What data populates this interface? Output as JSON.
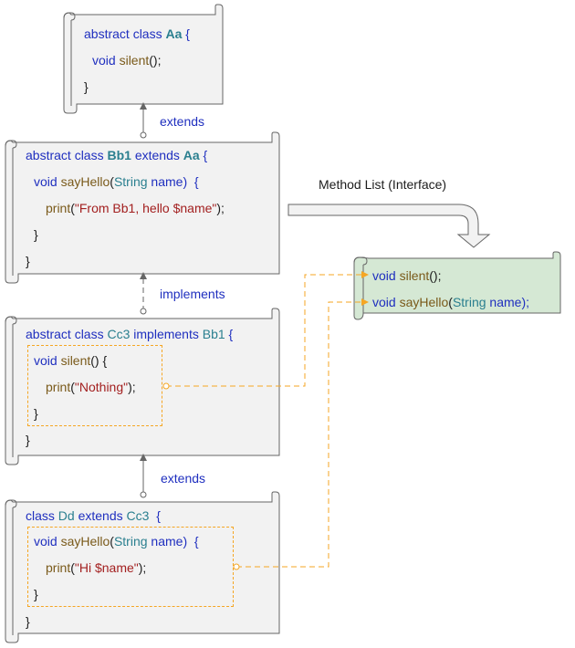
{
  "colors": {
    "scroll_fill": "#f2f2f2",
    "scroll_stroke": "#666666",
    "interface_fill": "#d5e8d4",
    "connector_orange": "#f5a623",
    "keyword_blue": "#1f2fbf",
    "type_teal": "#2a7f8f",
    "function_brown": "#7a5a1a",
    "string_red": "#a32020"
  },
  "labels": {
    "extends_top": "extends",
    "implements": "implements",
    "extends_bottom": "extends",
    "method_list": "Method List (Interface)"
  },
  "class_aa": {
    "kw1": "abstract class ",
    "name": "Aa",
    "brace": " {",
    "void": "void ",
    "method": "silent",
    "call": "();",
    "close": "}"
  },
  "class_bb1": {
    "kw1": "abstract class ",
    "name": "Bb1",
    "kw2": " extends ",
    "parent": "Aa",
    "brace": " {",
    "void": "void ",
    "method": "sayHello",
    "paren_open": "(",
    "param_type": "String",
    "param_name": " name)  {",
    "print": "print",
    "print_open": "(",
    "print_str": "\"From Bb1, hello $name\"",
    "print_close": ");",
    "inner_close": "}",
    "close": "}"
  },
  "class_cc3": {
    "kw1": "abstract class ",
    "name": "Cc3",
    "kw2": " implements ",
    "parent": "Bb1",
    "brace": " {",
    "void": "void ",
    "method": "silent",
    "sig_rest": "() {",
    "print": "print",
    "print_open": "(",
    "print_str": "\"Nothing\"",
    "print_close": ");",
    "inner_close": "}",
    "close": "}"
  },
  "class_dd": {
    "kw1": "class ",
    "name": "Dd",
    "kw2": " extends ",
    "parent": "Cc3",
    "brace": "  {",
    "void": "void ",
    "method": "sayHello",
    "paren_open": "(",
    "param_type": "String",
    "param_name": " name)  {",
    "print": "print",
    "print_open": "(",
    "print_str": "\"Hi $name\"",
    "print_close": ");",
    "inner_close": "}",
    "close": "}"
  },
  "interface": {
    "line1_void": "void ",
    "line1_method": "silent",
    "line1_rest": "();",
    "line2_void": "void ",
    "line2_method": "sayHello",
    "line2_paren": "(",
    "line2_type": "String",
    "line2_rest": " name);"
  }
}
